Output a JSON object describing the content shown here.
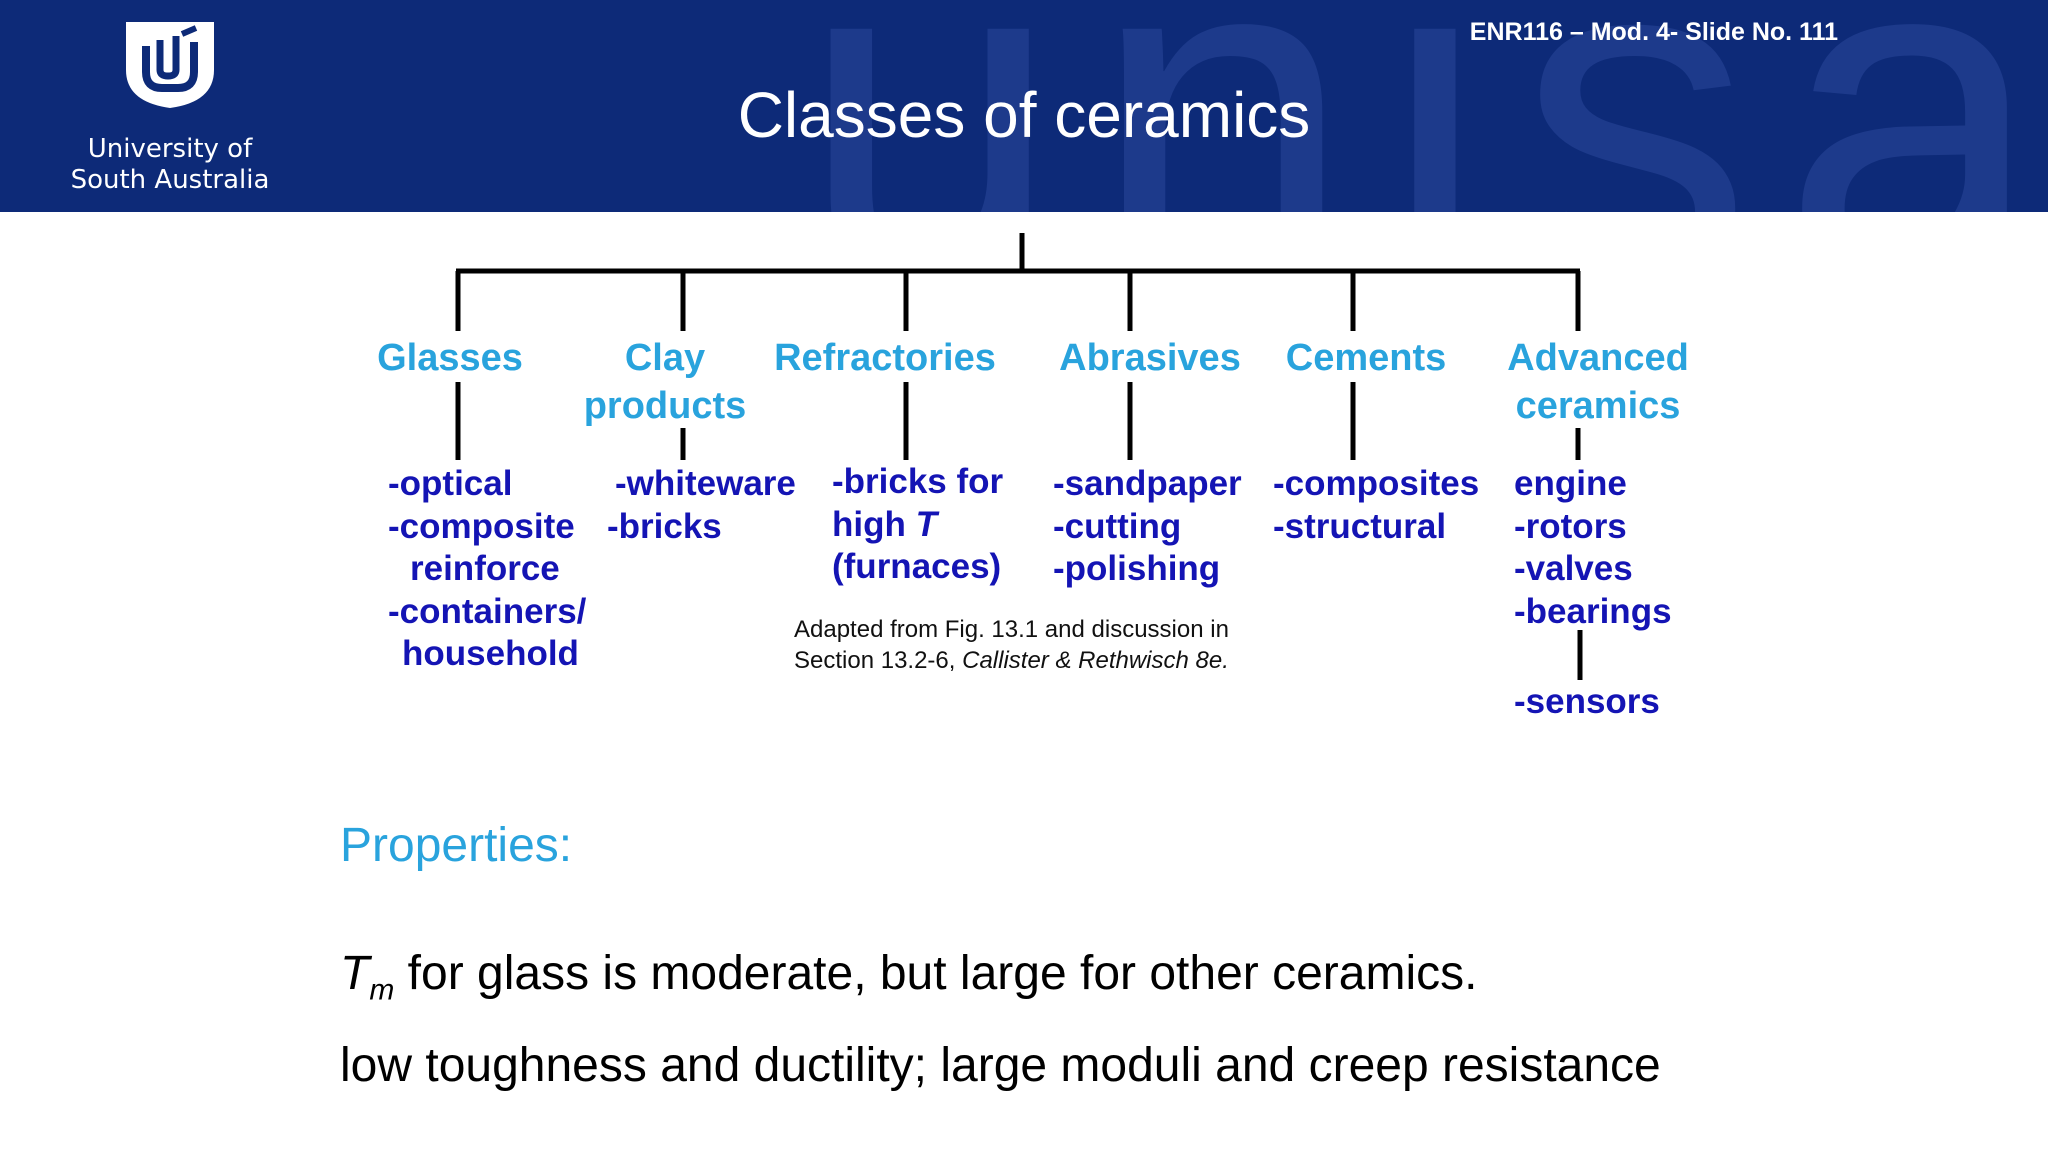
{
  "header": {
    "university_line1": "University of",
    "university_line2": "South Australia",
    "slide_number": "ENR116 – Mod. 4- Slide No. 111",
    "title": "Classes of ceramics"
  },
  "colors": {
    "header_bg": "#0d2a78",
    "category": "#29a3dd",
    "item": "#1414b4"
  },
  "categories": {
    "glasses": {
      "label": "Glasses",
      "items": [
        "-optical",
        "-composite",
        "reinforce",
        "-containers/",
        "household"
      ]
    },
    "clay": {
      "label1": "Clay",
      "label2": "products",
      "items": [
        "-whiteware",
        "-bricks"
      ]
    },
    "refractories": {
      "label": "Refractories",
      "item1": "-bricks for",
      "item2a": "high ",
      "item2b": "T",
      "item3": "(furnaces)"
    },
    "abrasives": {
      "label": "Abrasives",
      "items": [
        "-sandpaper",
        "-cutting",
        "-polishing"
      ]
    },
    "cements": {
      "label": "Cements",
      "items": [
        "-composites",
        "-structural"
      ]
    },
    "advanced": {
      "label1": "Advanced",
      "label2": "ceramics",
      "items": [
        "engine",
        "-rotors",
        "-valves",
        "-bearings"
      ],
      "extra": "-sensors"
    }
  },
  "caption": {
    "line1": "Adapted from Fig. 13.1 and discussion in",
    "line2a": "Section 13.2-6, ",
    "line2b": "Callister & Rethwisch 8e."
  },
  "properties": {
    "heading": "Properties:",
    "line1_T": "T",
    "line1_sub": "m",
    "line1_rest": " for glass is moderate, but large for other ceramics.",
    "line2": "low toughness and ductility; large moduli and creep resistance"
  }
}
